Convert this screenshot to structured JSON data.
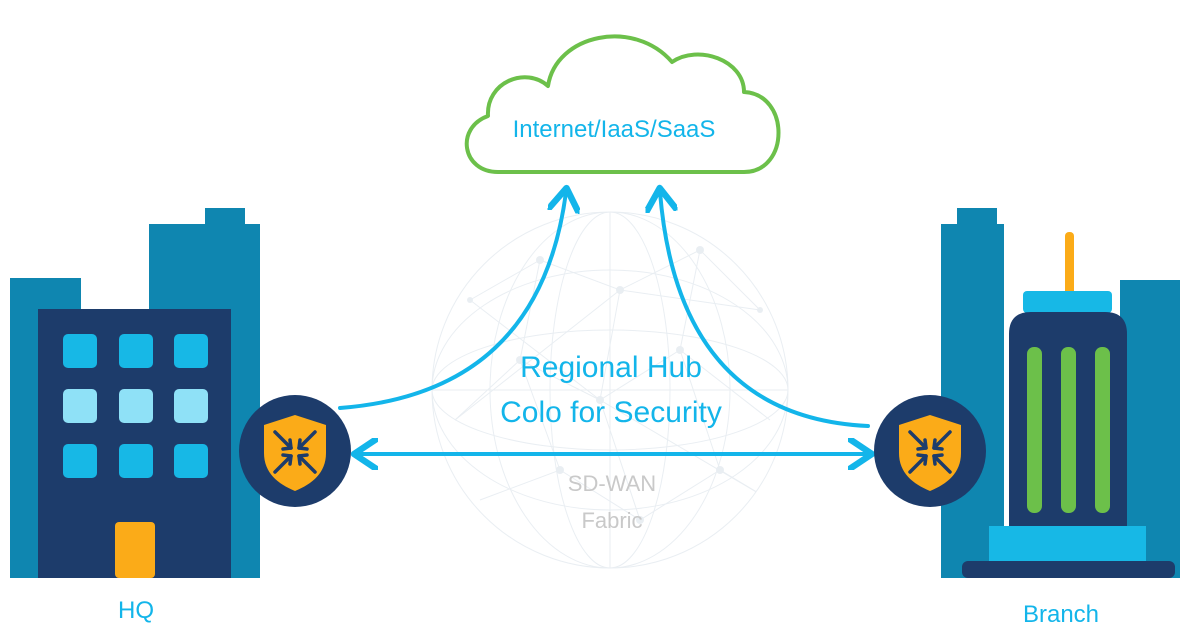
{
  "cloud": {
    "label": "Internet/IaaS/SaaS"
  },
  "hub": {
    "line1": "Regional Hub",
    "line2": "Colo for Security"
  },
  "fabric": {
    "line1": "SD-WAN",
    "line2": "Fabric"
  },
  "sites": {
    "hq_label": "HQ",
    "branch_label": "Branch"
  },
  "icons": {
    "left_site": "hq-building-icon",
    "right_site": "branch-tower-icon",
    "security": "security-shield-icon",
    "cloud": "cloud-icon",
    "fabric": "network-globe-icon"
  },
  "colors": {
    "accent_blue": "#13b5ea",
    "navy": "#1d3c6b",
    "teal_building": "#0f86b0",
    "cloud_outline": "#6cc04a",
    "shield_orange": "#fbab18",
    "window_blue": "#17b8e6",
    "window_light": "#8fe1f7",
    "green_stripe": "#6cc04a",
    "fabric_text": "#c9c9c9"
  }
}
